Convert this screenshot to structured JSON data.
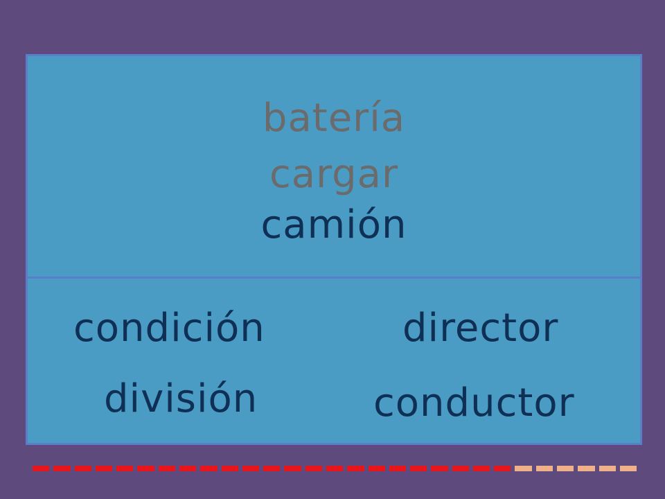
{
  "clues": [
    "batería",
    "cargar",
    "camión"
  ],
  "options": [
    "condición",
    "director",
    "división",
    "conductor"
  ],
  "progress": {
    "total": 29,
    "completed": 23,
    "colors": {
      "done": "#e8151a",
      "pending": "#f0b08a"
    }
  },
  "colors": {
    "background": "#5f4a7d",
    "panel": "#4a9cc4",
    "panel_border": "#5a7ec8",
    "clue_muted": "#6b6b6b",
    "text_dark": "#0f2f55"
  }
}
